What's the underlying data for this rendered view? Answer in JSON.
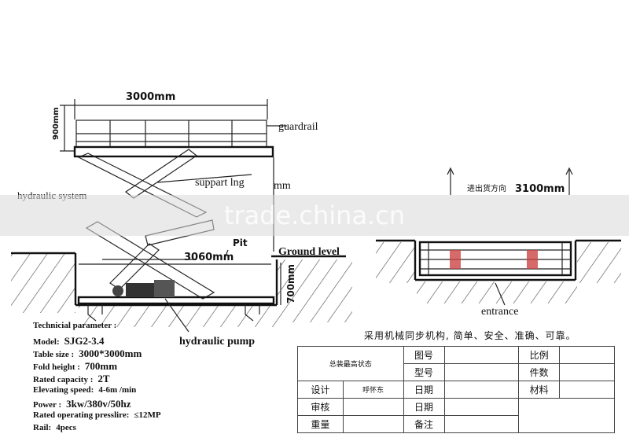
{
  "labels": {
    "width_top": "3000mm",
    "height_side": "900mm",
    "guardrail": "guardrail",
    "support_leg": "suppart lng",
    "hydraulic_system": "hydraulic system",
    "pit": "Pit",
    "pit_length": "3060mm",
    "ground_level": "Ground level",
    "pit_depth": "700mm",
    "hydraulic_pump": "hydraulic  pump",
    "direction_cn": "进出货方向",
    "plan_width": "3100mm",
    "entrance": "entrance",
    "watermark": "trade.china.cn",
    "slogan": "采用机械同步机构, 简单、安全、准确、可靠。"
  },
  "specs": {
    "heading": "Technicial parameter :",
    "rows": [
      {
        "label": "Model:",
        "value": "SJG2-3.4"
      },
      {
        "label": "Table size :",
        "value": "3000*3000mm"
      },
      {
        "label": "Fold height :",
        "value": "700mm"
      },
      {
        "label": "Rated capacity :",
        "value": "2T"
      },
      {
        "label": "Elevating speed:",
        "value": "4-6m   /min"
      },
      {
        "label": "Power :",
        "value": "3kw/380v/50hz"
      },
      {
        "label": "Rated operating presslire:",
        "value": "≤12MP"
      },
      {
        "label": "Rail:",
        "value": "4pecs"
      }
    ]
  },
  "title_block": {
    "drawing_name": "总装最高状态",
    "drawing_no_label": "图号",
    "model_no_label": "型号",
    "scale_label": "比例",
    "pieces_label": "件数",
    "design_label": "设计",
    "designer": "呼怀东",
    "date_label_1": "日期",
    "material_label": "材料",
    "review_label": "审核",
    "date_label_2": "日期",
    "weight_label": "重量",
    "remark_label": "备注"
  }
}
